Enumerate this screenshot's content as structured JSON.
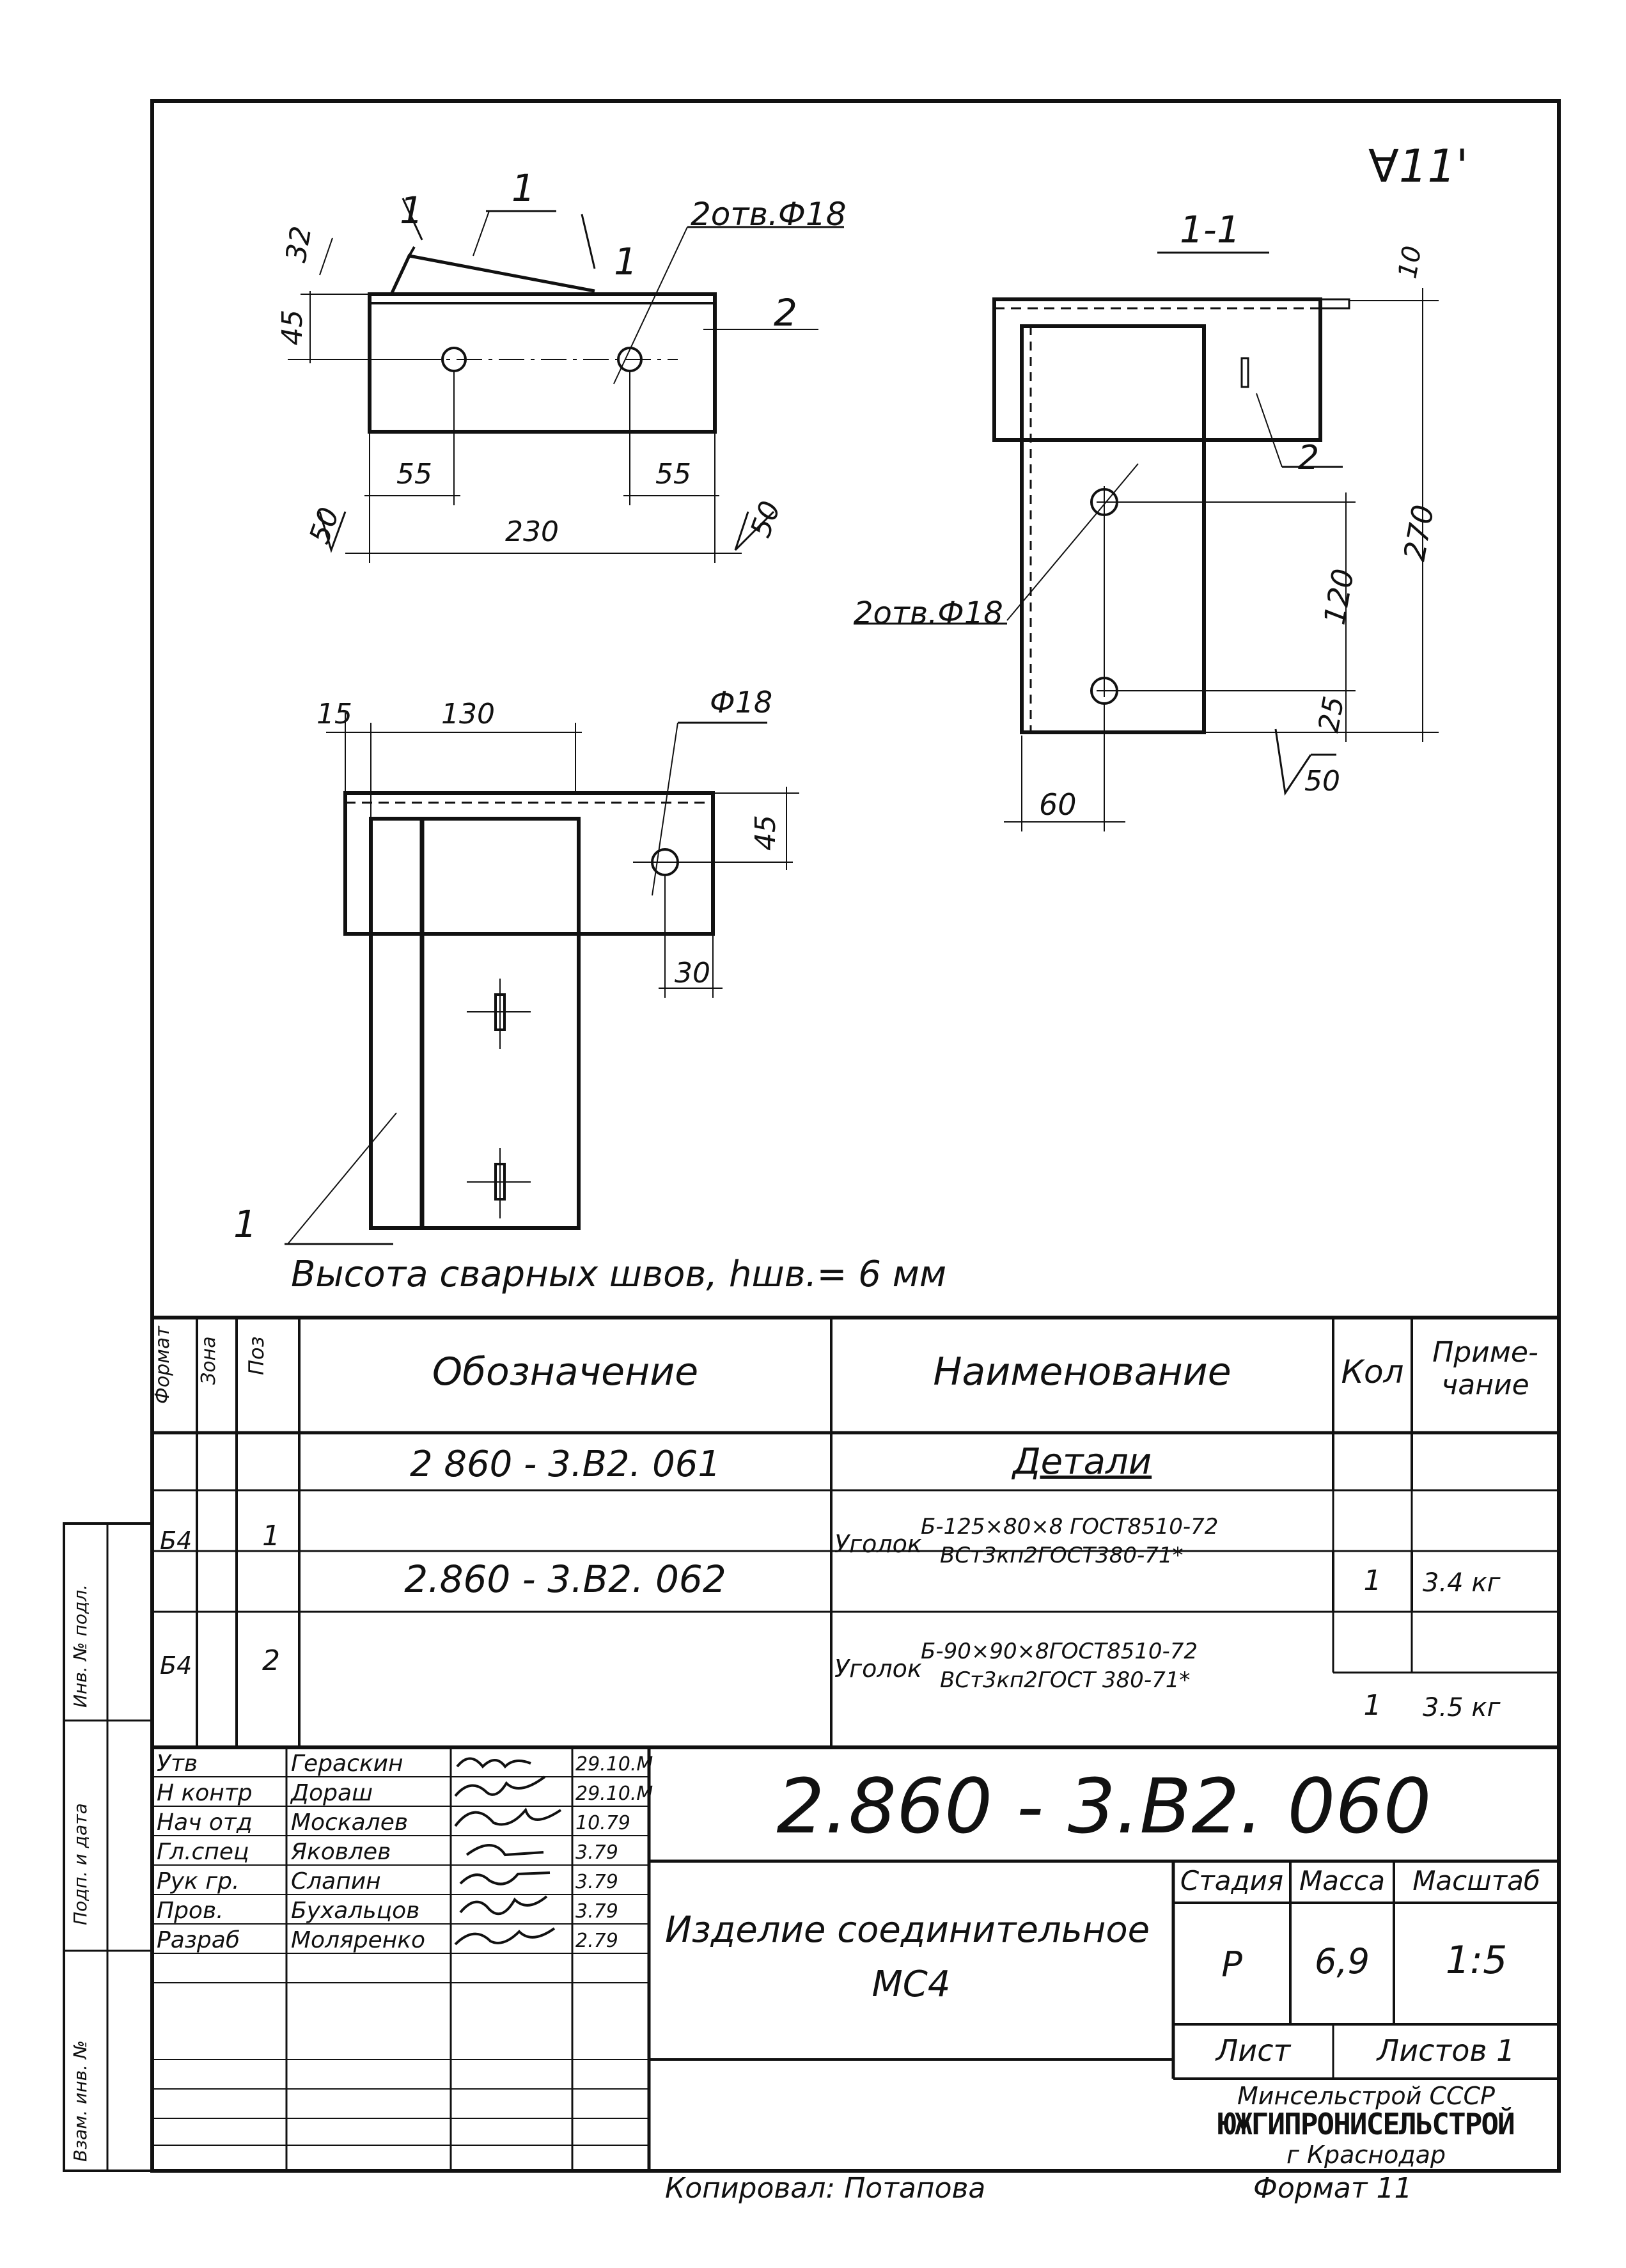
{
  "corner_mark": "∀11'",
  "views": {
    "front": {
      "part1_label": "1",
      "part2_label": "2",
      "section_marks": [
        "1",
        "1"
      ],
      "holes_note": "2отв.Ф18",
      "dims": {
        "d32": "32",
        "d45": "45",
        "d55a": "55",
        "d55b": "55",
        "d230": "230"
      },
      "roughness_left": "50",
      "roughness_right": "50"
    },
    "section": {
      "title": "1-1",
      "part2_label": "2",
      "holes_note": "2отв.Ф18",
      "dims": {
        "d10": "10",
        "d270": "270",
        "d120": "120",
        "d25": "25",
        "d60": "60"
      },
      "roughness": "50"
    },
    "plan": {
      "part1_label": "1",
      "hole_note": "Ф18",
      "dims": {
        "d15": "15",
        "d130": "130",
        "d45": "45",
        "d30": "30"
      }
    }
  },
  "weld_note": "Высота сварных швов, hшв.= 6 мм",
  "spec_table": {
    "headers": {
      "format": "Формат",
      "zone": "Зона",
      "pos": "Поз",
      "designation": "Обозначение",
      "name": "Наименование",
      "qty": "Кол",
      "note": "Приме-чание"
    },
    "section_title": "Детали",
    "doc_first": "2 860 - 3.В2. 061",
    "rows": [
      {
        "format": "Б4",
        "pos": "1",
        "designation": "2.860 - 3.В2. 062",
        "name_prefix": "Уголок",
        "name_top": "Б-125×80×8 ГОСТ8510-72",
        "name_bottom": "ВСт3кп2ГОСТ380-71*",
        "qty": "1",
        "note": "3.4 кг"
      },
      {
        "format": "Б4",
        "pos": "2",
        "designation": "",
        "name_prefix": "Уголок",
        "name_top": "Б-90×90×8ГОСТ8510-72",
        "name_bottom": "ВСт3кп2ГОСТ 380-71*",
        "qty": "1",
        "note": "3.5 кг"
      }
    ]
  },
  "title_block": {
    "code": "2.860 - 3.В2. 060",
    "description_line1": "Изделие соединительное",
    "description_line2": "МС4",
    "stage_label": "Стадия",
    "mass_label": "Масса",
    "scale_label": "Масштаб",
    "stage_value": "Р",
    "mass_value": "6,9",
    "scale_value": "1:5",
    "sheet_label": "Лист",
    "sheets_label": "Листов 1",
    "ministry": "Минсельстрой СССР",
    "institute": "ЮЖГИПРОНИСЕЛЬСТРОЙ",
    "city": "г Краснодар",
    "signatures": [
      {
        "role": "Утв",
        "name": "Гераскин",
        "date": "29.10.М"
      },
      {
        "role": "Н контр",
        "name": "Дораш",
        "date": "29.10.М"
      },
      {
        "role": "Нач отд",
        "name": "Москалев",
        "date": "10.79"
      },
      {
        "role": "Гл.спец",
        "name": "Яковлев",
        "date": "3.79"
      },
      {
        "role": "Рук гр.",
        "name": "Слапин",
        "date": "3.79"
      },
      {
        "role": "Пров.",
        "name": "Бухальцов",
        "date": "3.79"
      },
      {
        "role": "Разраб",
        "name": "Моляренко",
        "date": "2.79"
      }
    ]
  },
  "left_margin": [
    "Инв. № подл.",
    "Подп. и дата",
    "Взам. инв. №"
  ],
  "footer": {
    "copied": "Копировал: Потапова",
    "format": "Формат 11"
  }
}
